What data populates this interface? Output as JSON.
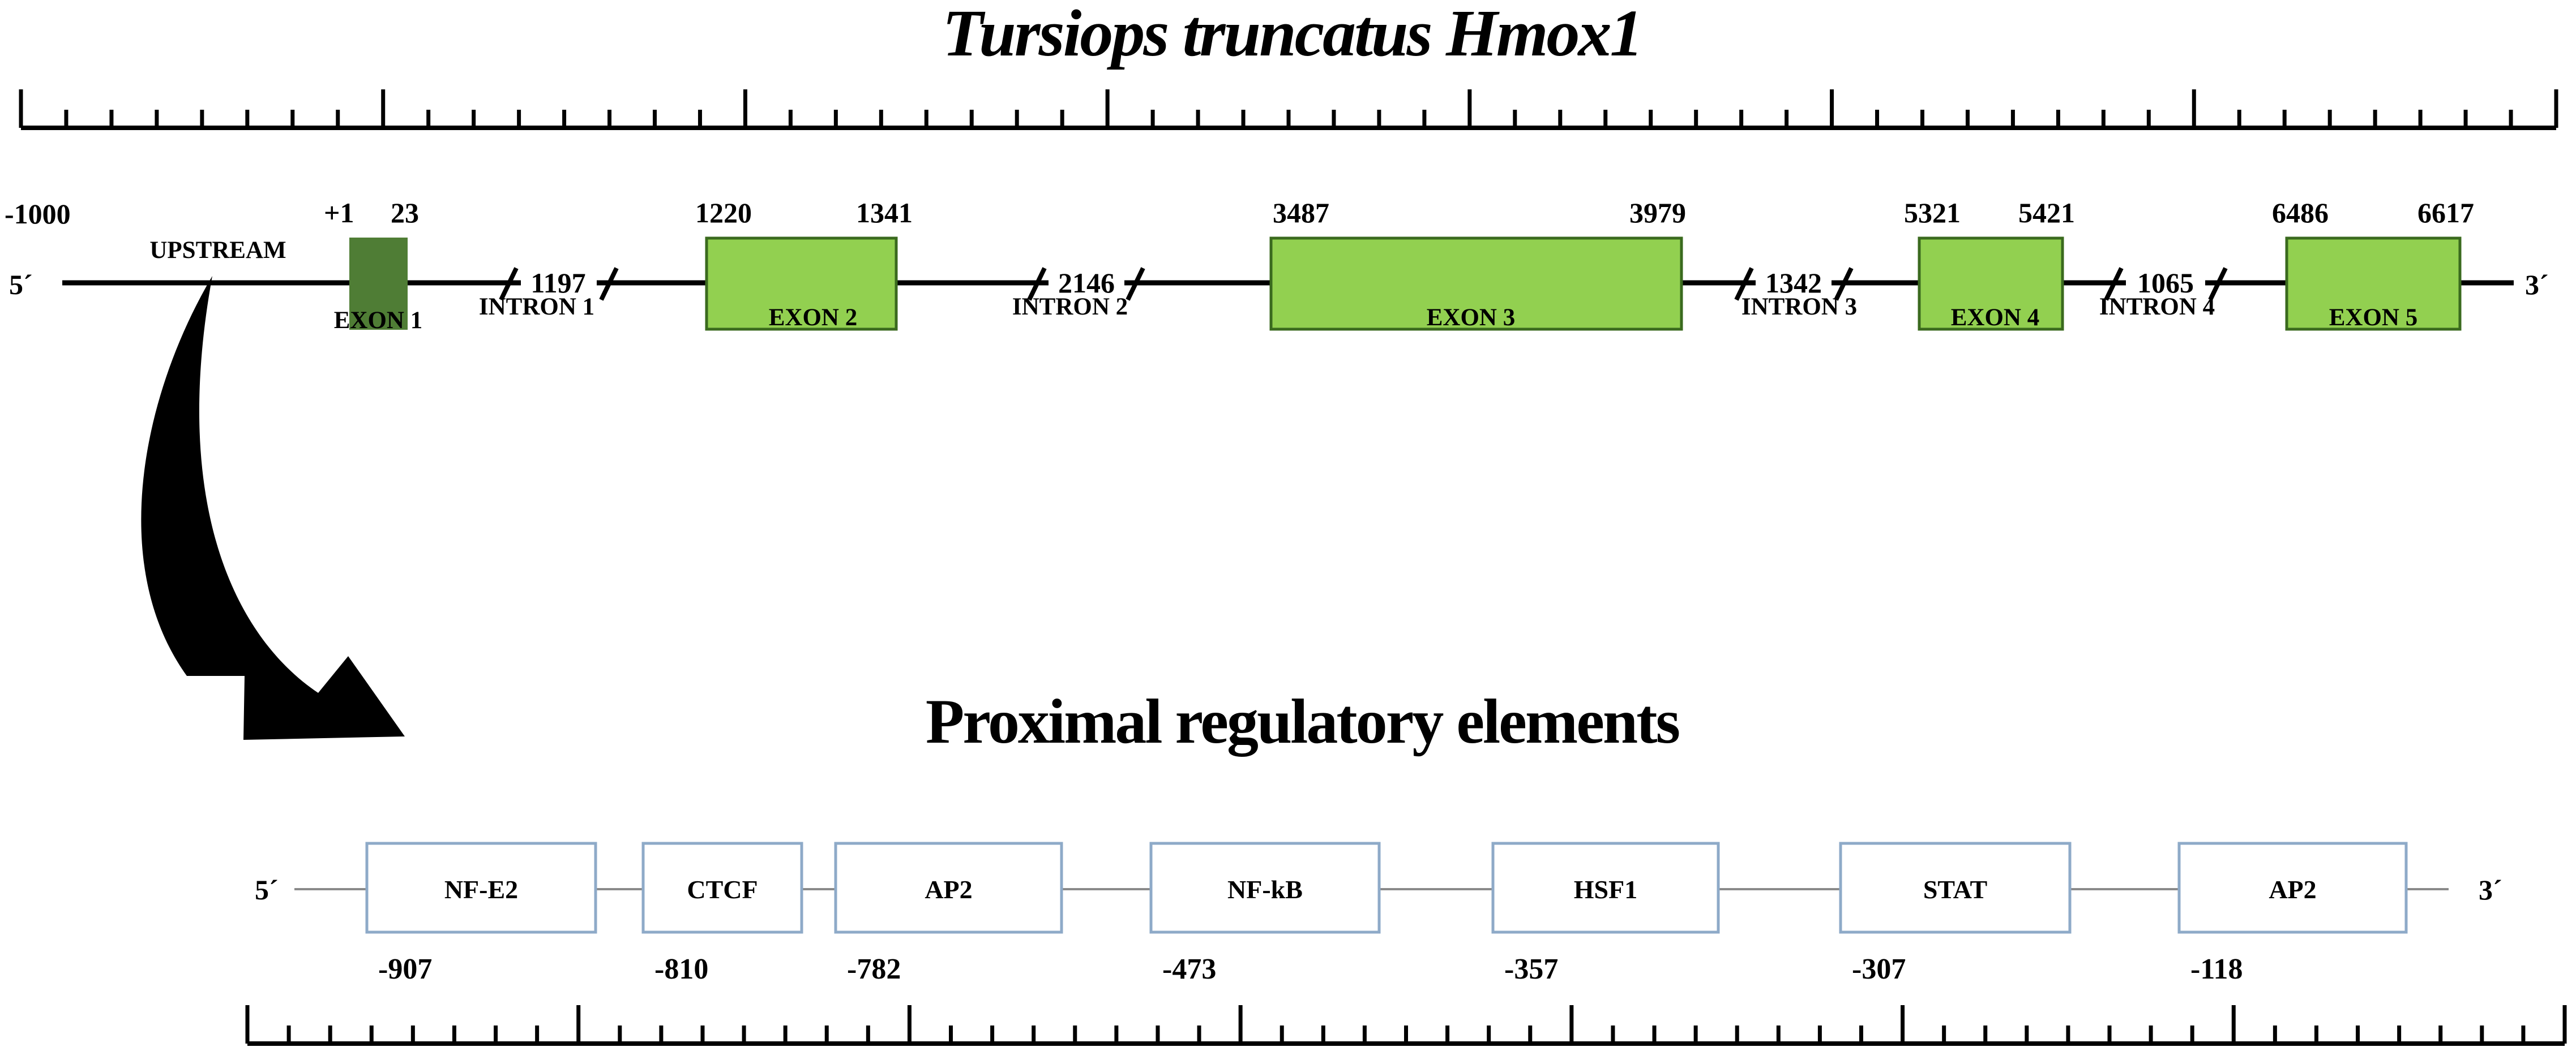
{
  "title": "Tursiops truncatus Hmox1",
  "gene": {
    "five_prime": "5´",
    "three_prime": "3´",
    "start_label": "-1000",
    "upstream_label": "UPSTREAM",
    "exons": [
      {
        "label": "EXON 1",
        "start": "+1",
        "end": "23",
        "color": "#4f7d35"
      },
      {
        "label": "EXON 2",
        "start": "1220",
        "end": "1341",
        "color": "#92d050"
      },
      {
        "label": "EXON 3",
        "start": "3487",
        "end": "3979",
        "color": "#92d050"
      },
      {
        "label": "EXON 4",
        "start": "5321",
        "end": "5421",
        "color": "#92d050"
      },
      {
        "label": "EXON 5",
        "start": "6486",
        "end": "6617",
        "color": "#92d050"
      }
    ],
    "introns": [
      {
        "label": "INTRON 1",
        "length": "1197"
      },
      {
        "label": "INTRON 2",
        "length": "2146"
      },
      {
        "label": "INTRON 3",
        "length": "1342"
      },
      {
        "label": "INTRON 4",
        "length": "1065"
      }
    ]
  },
  "regulatory": {
    "title": "Proximal regulatory elements",
    "five_prime": "5´",
    "three_prime": "3´",
    "box_border_color": "#8eaac8",
    "elements": [
      {
        "name": "NF-E2",
        "position": "-907"
      },
      {
        "name": "CTCF",
        "position": "-810"
      },
      {
        "name": "AP2",
        "position": "-782"
      },
      {
        "name": "NF-kB",
        "position": "-473"
      },
      {
        "name": "HSF1",
        "position": "-357"
      },
      {
        "name": "STAT",
        "position": "-307"
      },
      {
        "name": "AP2",
        "position": "-118"
      }
    ]
  }
}
